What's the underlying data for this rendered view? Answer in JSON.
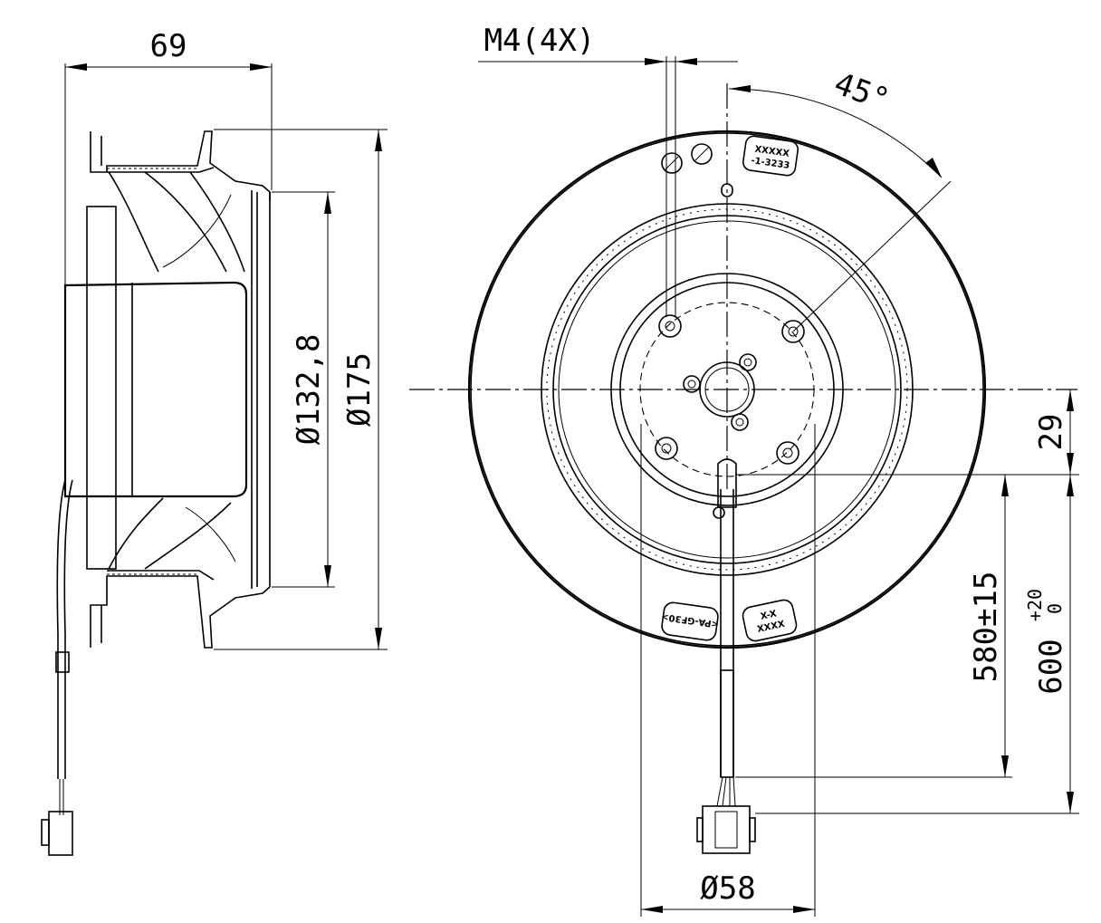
{
  "dimensions": {
    "depth": "69",
    "thread": "M4(4X)",
    "angle": "45°",
    "inner_diameter": "Ø132,8",
    "outer_diameter": "Ø175",
    "offset": "29",
    "cable_length": "580±15",
    "total_length": "600",
    "total_length_tol_upper": "+20",
    "total_length_tol_lower": "0",
    "hub_diameter": "Ø58"
  },
  "labels": {
    "label_top_line1": "XXXXX",
    "label_top_line2": "-1-3233",
    "label_bottom_left": "<PA-GF30>",
    "label_bottom_right_line1": "X-X",
    "label_bottom_right_line2": "XXXX"
  }
}
